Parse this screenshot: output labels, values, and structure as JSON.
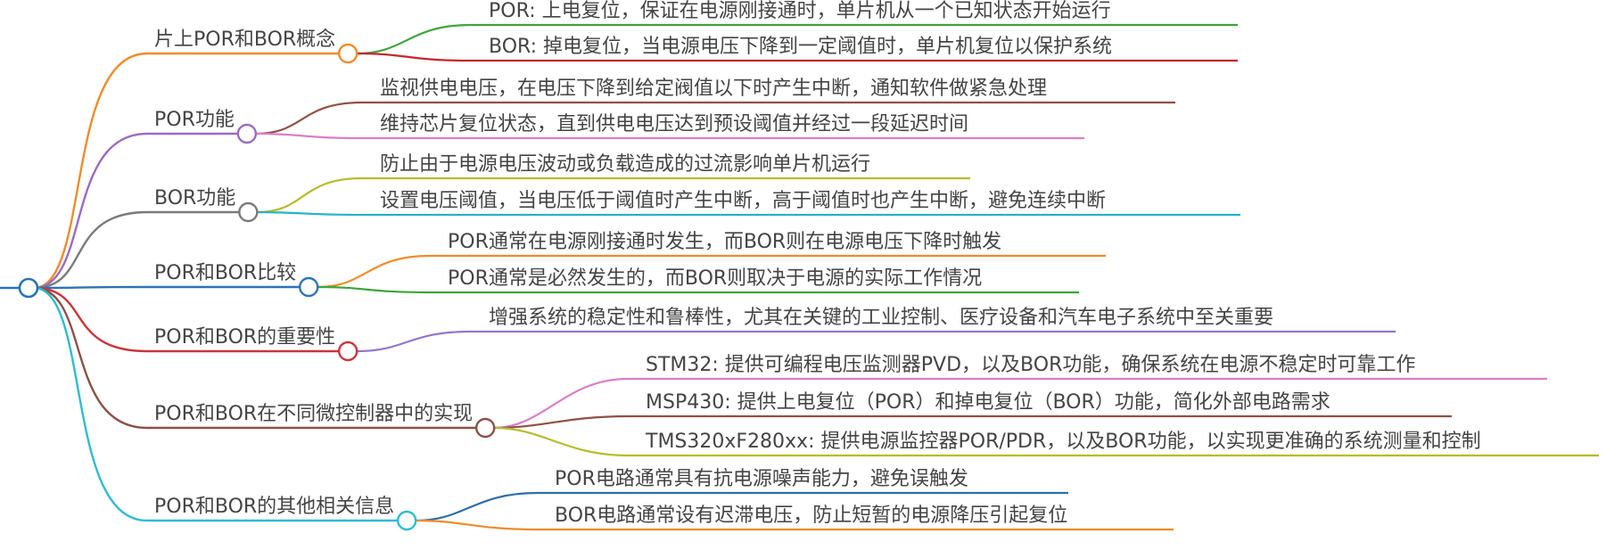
{
  "colors": {
    "orange": "#ee8c2a",
    "purple": "#9a6bc2",
    "gray": "#7a7a7a",
    "blue": "#2c73b5",
    "red": "#c9353a",
    "brown": "#8a5148",
    "cyan": "#2fbccf",
    "green": "#3ea43b",
    "darkred": "#c5262c",
    "brownred": "#8e5144",
    "pink": "#d97fc8",
    "olive": "#b7bc2c",
    "teal": "#27b3c8",
    "violet": "#9475c9",
    "navy": "#2d6ea8",
    "text": "#444444"
  },
  "root": {
    "color": "blue"
  },
  "branches": [
    {
      "label": "片上POR和BOR概念",
      "color": "orange",
      "children": [
        {
          "label": "POR: 上电复位，保证在电源刚接通时，单片机从一个已知状态开始运行",
          "color": "green"
        },
        {
          "label": "BOR: 掉电复位，当电源电压下降到一定阈值时，单片机复位以保护系统",
          "color": "darkred"
        }
      ]
    },
    {
      "label": "POR功能",
      "color": "purple",
      "children": [
        {
          "label": "监视供电电压，在电压下降到给定阀值以下时产生中断，通知软件做紧急处理",
          "color": "brownred"
        },
        {
          "label": "维持芯片复位状态，直到供电电压达到预设阈值并经过一段延迟时间",
          "color": "pink"
        }
      ]
    },
    {
      "label": "BOR功能",
      "color": "gray",
      "children": [
        {
          "label": "防止由于电源电压波动或负载造成的过流影响单片机运行",
          "color": "olive"
        },
        {
          "label": "设置电压阈值，当电压低于阈值时产生中断，高于阈值时也产生中断，避免连续中断",
          "color": "teal"
        }
      ]
    },
    {
      "label": "POR和BOR比较",
      "color": "blue",
      "children": [
        {
          "label": "POR通常在电源刚接通时发生，而BOR则在电源电压下降时触发",
          "color": "orange"
        },
        {
          "label": "POR通常是必然发生的，而BOR则取决于电源的实际工作情况",
          "color": "green"
        }
      ]
    },
    {
      "label": "POR和BOR的重要性",
      "color": "red",
      "children": [
        {
          "label": "增强系统的稳定性和鲁棒性，尤其在关键的工业控制、医疗设备和汽车电子系统中至关重要",
          "color": "violet"
        }
      ]
    },
    {
      "label": "POR和BOR在不同微控制器中的实现",
      "color": "brown",
      "children": [
        {
          "label": "STM32: 提供可编程电压监测器PVD，以及BOR功能，确保系统在电源不稳定时可靠工作",
          "color": "pink"
        },
        {
          "label": "MSP430: 提供上电复位（POR）和掉电复位（BOR）功能，简化外部电路需求",
          "color": "brownred"
        },
        {
          "label": "TMS320xF280xx: 提供电源监控器POR/PDR，以及BOR功能，以实现更准确的系统测量和控制",
          "color": "olive"
        }
      ]
    },
    {
      "label": "POR和BOR的其他相关信息",
      "color": "cyan",
      "children": [
        {
          "label": "POR电路通常具有抗电源噪声能力，避免误触发",
          "color": "navy"
        },
        {
          "label": "BOR电路通常设有迟滞电压，防止短暂的电源降压引起复位",
          "color": "orange"
        }
      ]
    }
  ]
}
